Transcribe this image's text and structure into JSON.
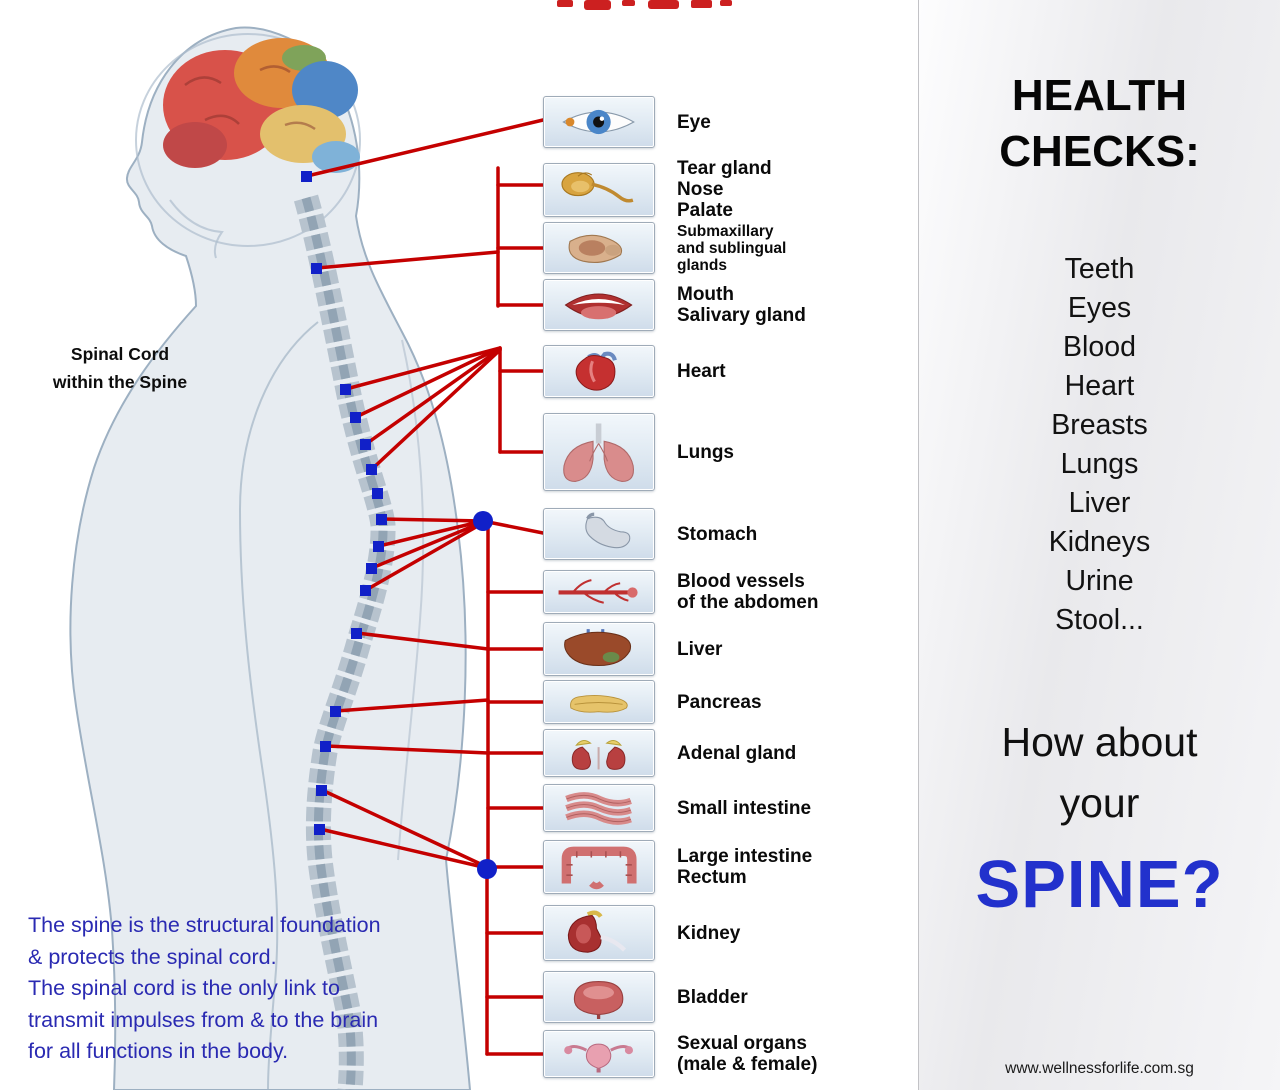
{
  "spinal_cord_label": "Spinal Cord\nwithin the Spine",
  "organs": [
    {
      "id": "eye",
      "icon": "eye-icon",
      "label": "Eye"
    },
    {
      "id": "tear-gland-nose-palate",
      "icon": "tear-gland-icon",
      "label": "Tear gland\nNose\nPalate"
    },
    {
      "id": "submaxillary-glands",
      "icon": "salivary-glands-icon",
      "label": "Submaxillary\nand sublingual\nglands"
    },
    {
      "id": "mouth-salivary-gland",
      "icon": "mouth-icon",
      "label": "Mouth\nSalivary gland"
    },
    {
      "id": "heart",
      "icon": "heart-icon",
      "label": "Heart"
    },
    {
      "id": "lungs",
      "icon": "lungs-icon",
      "label": "Lungs"
    },
    {
      "id": "stomach",
      "icon": "stomach-icon",
      "label": "Stomach"
    },
    {
      "id": "blood-vessels-abdomen",
      "icon": "blood-vessels-icon",
      "label": "Blood vessels\nof the abdomen"
    },
    {
      "id": "liver",
      "icon": "liver-icon",
      "label": "Liver"
    },
    {
      "id": "pancreas",
      "icon": "pancreas-icon",
      "label": "Pancreas"
    },
    {
      "id": "adenal-gland",
      "icon": "adrenal-gland-icon",
      "label": "Adenal gland"
    },
    {
      "id": "small-intestine",
      "icon": "small-intestine-icon",
      "label": "Small intestine"
    },
    {
      "id": "large-intestine-rectum",
      "icon": "large-intestine-icon",
      "label": "Large intestine\nRectum"
    },
    {
      "id": "kidney",
      "icon": "kidney-icon",
      "label": "Kidney"
    },
    {
      "id": "bladder",
      "icon": "bladder-icon",
      "label": "Bladder"
    },
    {
      "id": "sexual-organs",
      "icon": "sexual-organs-icon",
      "label": "Sexual organs\n(male & female)"
    }
  ],
  "footnote": "The spine is the structural foundation\n& protects the spinal cord.\nThe spinal cord is the only link to\ntransmit impulses from & to the brain\nfor all functions in the body.",
  "health_checks": {
    "heading": "HEALTH CHECKS:",
    "items": [
      "Teeth",
      "Eyes",
      "Blood",
      "Heart",
      "Breasts",
      "Lungs",
      "Liver",
      "Kidneys",
      "Urine",
      "Stool..."
    ],
    "question": "How about\nyour",
    "highlight": "SPINE?",
    "website": "www.wellnessforlife.com.sg"
  },
  "colors": {
    "connector_red": "#c40000",
    "marker_blue": "#1120c8",
    "highlight_blue": "#2231cc",
    "footnote_blue": "#2a2ab2"
  }
}
